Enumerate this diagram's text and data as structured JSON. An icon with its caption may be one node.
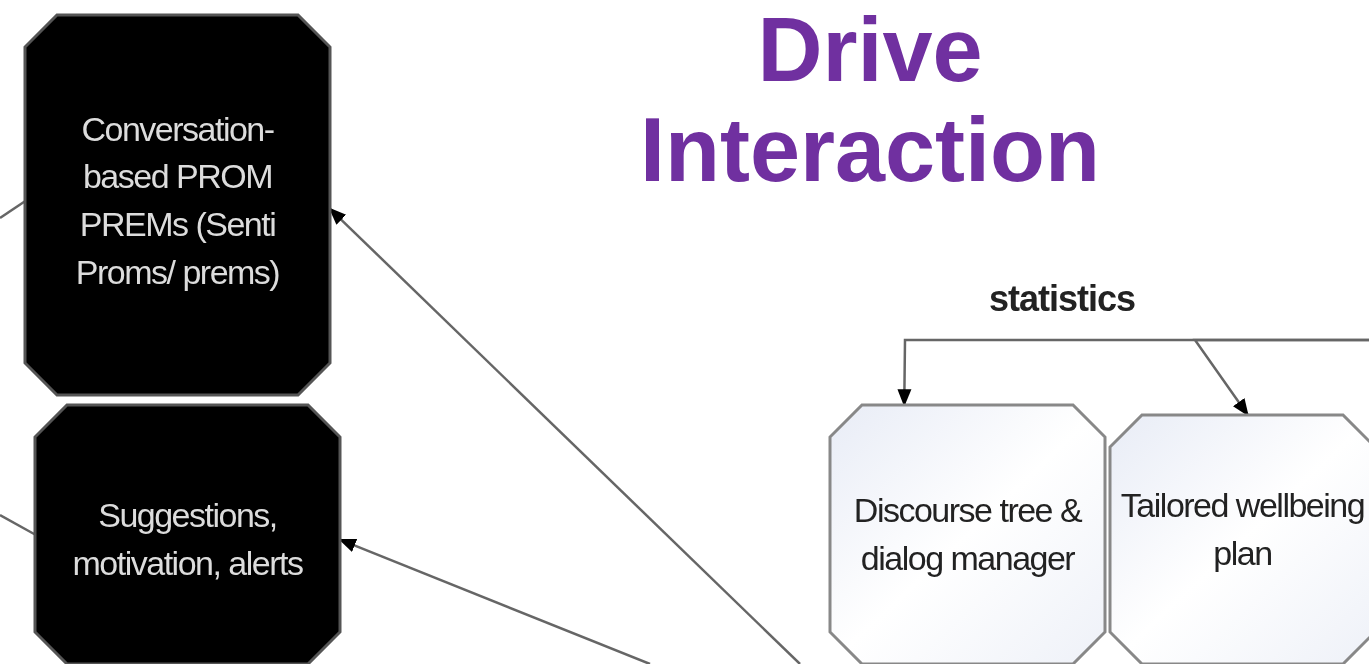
{
  "diagram": {
    "title": "Drive Interaction",
    "nodes": [
      {
        "text": [
          "Conversation-based PROM PREMs (Senti Proms/ prems)"
        ]
      },
      {
        "text": [
          "Suggestions, motivation, alerts"
        ]
      },
      {
        "text": [
          "Discourse tree & dialog manager"
        ]
      },
      {
        "text": [
          "Tailored wellbeing plan"
        ]
      }
    ],
    "edges": [
      {
        "from": null,
        "to": 0,
        "arrow": "none"
      },
      {
        "from": null,
        "to": 1,
        "arrow": "none"
      },
      {
        "from": null,
        "to": 0,
        "arrow": "to"
      },
      {
        "from": null,
        "to": 1,
        "arrow": "to"
      },
      {
        "from": null,
        "to": 2,
        "arrow": "to",
        "label": "statistics"
      },
      {
        "from": null,
        "to": 3,
        "arrow": "to"
      }
    ]
  }
}
